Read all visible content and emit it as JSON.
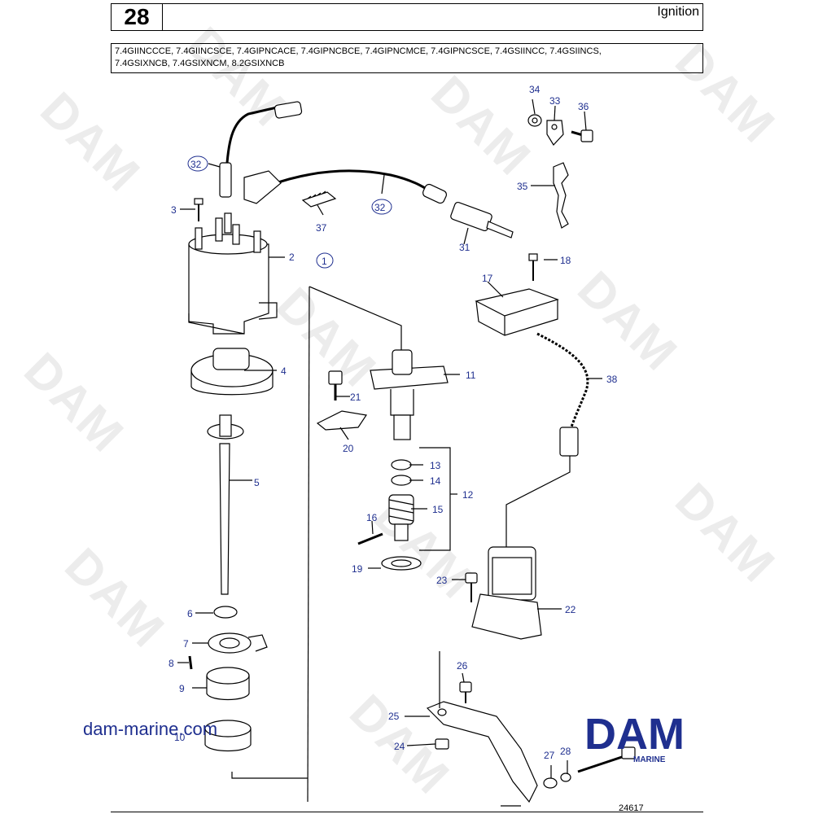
{
  "header": {
    "page_number": "28",
    "section_title": "Ignition"
  },
  "models": {
    "line1": "7.4GIINCCCE, 7.4GIINCSCE, 7.4GIPNCACE, 7.4GIPNCBCE, 7.4GIPNCMCE, 7.4GIPNCSCE, 7.4GSIINCC, 7.4GSIINCS,",
    "line2": "7.4GSIXNCB, 7.4GSIXNCM, 8.2GSIXNCB"
  },
  "callouts": [
    "1",
    "2",
    "3",
    "4",
    "5",
    "6",
    "7",
    "8",
    "9",
    "10",
    "11",
    "12",
    "13",
    "14",
    "15",
    "16",
    "17",
    "18",
    "19",
    "20",
    "21",
    "22",
    "23",
    "24",
    "25",
    "26",
    "27",
    "28",
    "31",
    "32",
    "33",
    "34",
    "35",
    "36",
    "37",
    "38"
  ],
  "watermark_text": "DAM",
  "footer": {
    "website": "dam-marine.com",
    "brand": "DAM",
    "brand_sub": "MARINE",
    "diagram_id": "24617"
  },
  "colors": {
    "callout": "#1f2f8f",
    "brand": "#1f2f8f",
    "line": "#000000",
    "watermark": "#ececec"
  }
}
